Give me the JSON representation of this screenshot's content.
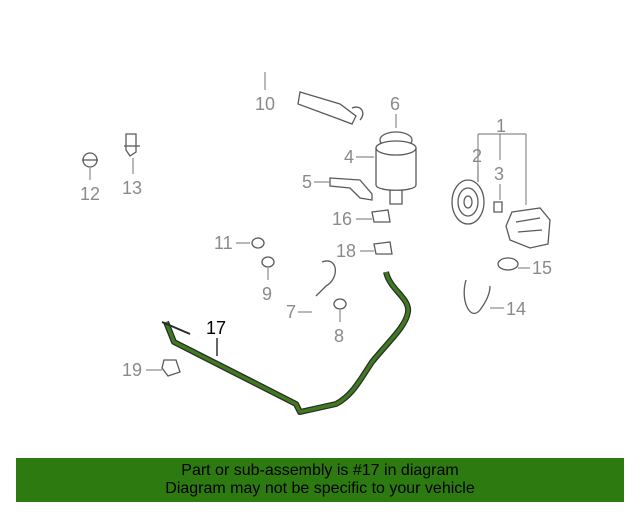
{
  "diagram": {
    "highlight_color": "#3e7a1e",
    "callouts": {
      "c1": "1",
      "c2": "2",
      "c3": "3",
      "c4": "4",
      "c5": "5",
      "c6": "6",
      "c7": "7",
      "c8": "8",
      "c9": "9",
      "c10": "10",
      "c11": "11",
      "c12": "12",
      "c13": "13",
      "c14": "14",
      "c15": "15",
      "c16": "16",
      "c17": "17",
      "c18": "18",
      "c19": "19"
    }
  },
  "banner": {
    "line1": "Part or sub-assembly is #17 in diagram",
    "line2": "Diagram may not be specific to your vehicle",
    "background": "#2d7a10"
  }
}
